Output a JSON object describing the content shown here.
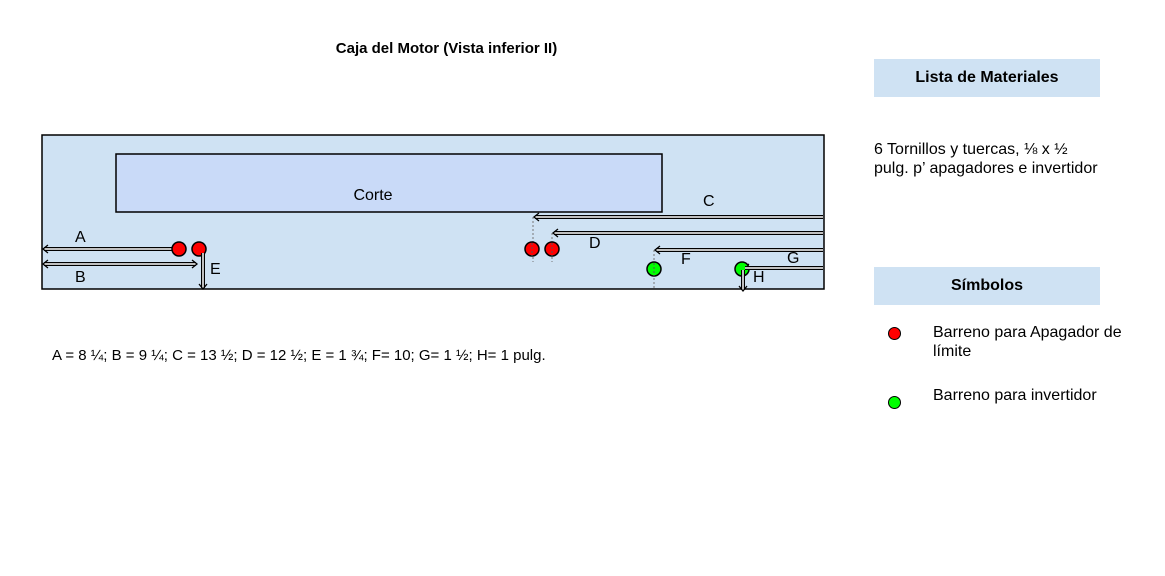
{
  "title": "Caja del Motor (Vista inferior II)",
  "diagram": {
    "cutout_label": "Corte",
    "labels": {
      "A": "A",
      "B": "B",
      "C": "C",
      "D": "D",
      "E": "E",
      "F": "F",
      "G": "G",
      "H": "H"
    },
    "colors": {
      "panel_fill": "#cfe2f3",
      "cutout_fill": "#c9daf8",
      "hole_limit_switch": "#ff0000",
      "hole_inverter": "#00ff00"
    }
  },
  "dimensions_text": "A = 8 ¼; B = 9 ¼; C = 13 ½; D = 12 ½; E = 1 ¾; F= 10; G= 1 ½; H= 1 pulg.",
  "materials": {
    "header": "Lista de Materiales",
    "text": "6 Tornillos y tuercas, ⅛ x ½ pulg. p’ apagadores e invertidor"
  },
  "symbols": {
    "header": "Símbolos",
    "items": [
      {
        "icon": "red-circle",
        "color": "#ff0000",
        "label": "Barreno para Apagador de límite"
      },
      {
        "icon": "green-circle",
        "color": "#00ff00",
        "label": "Barreno para invertidor"
      }
    ]
  }
}
